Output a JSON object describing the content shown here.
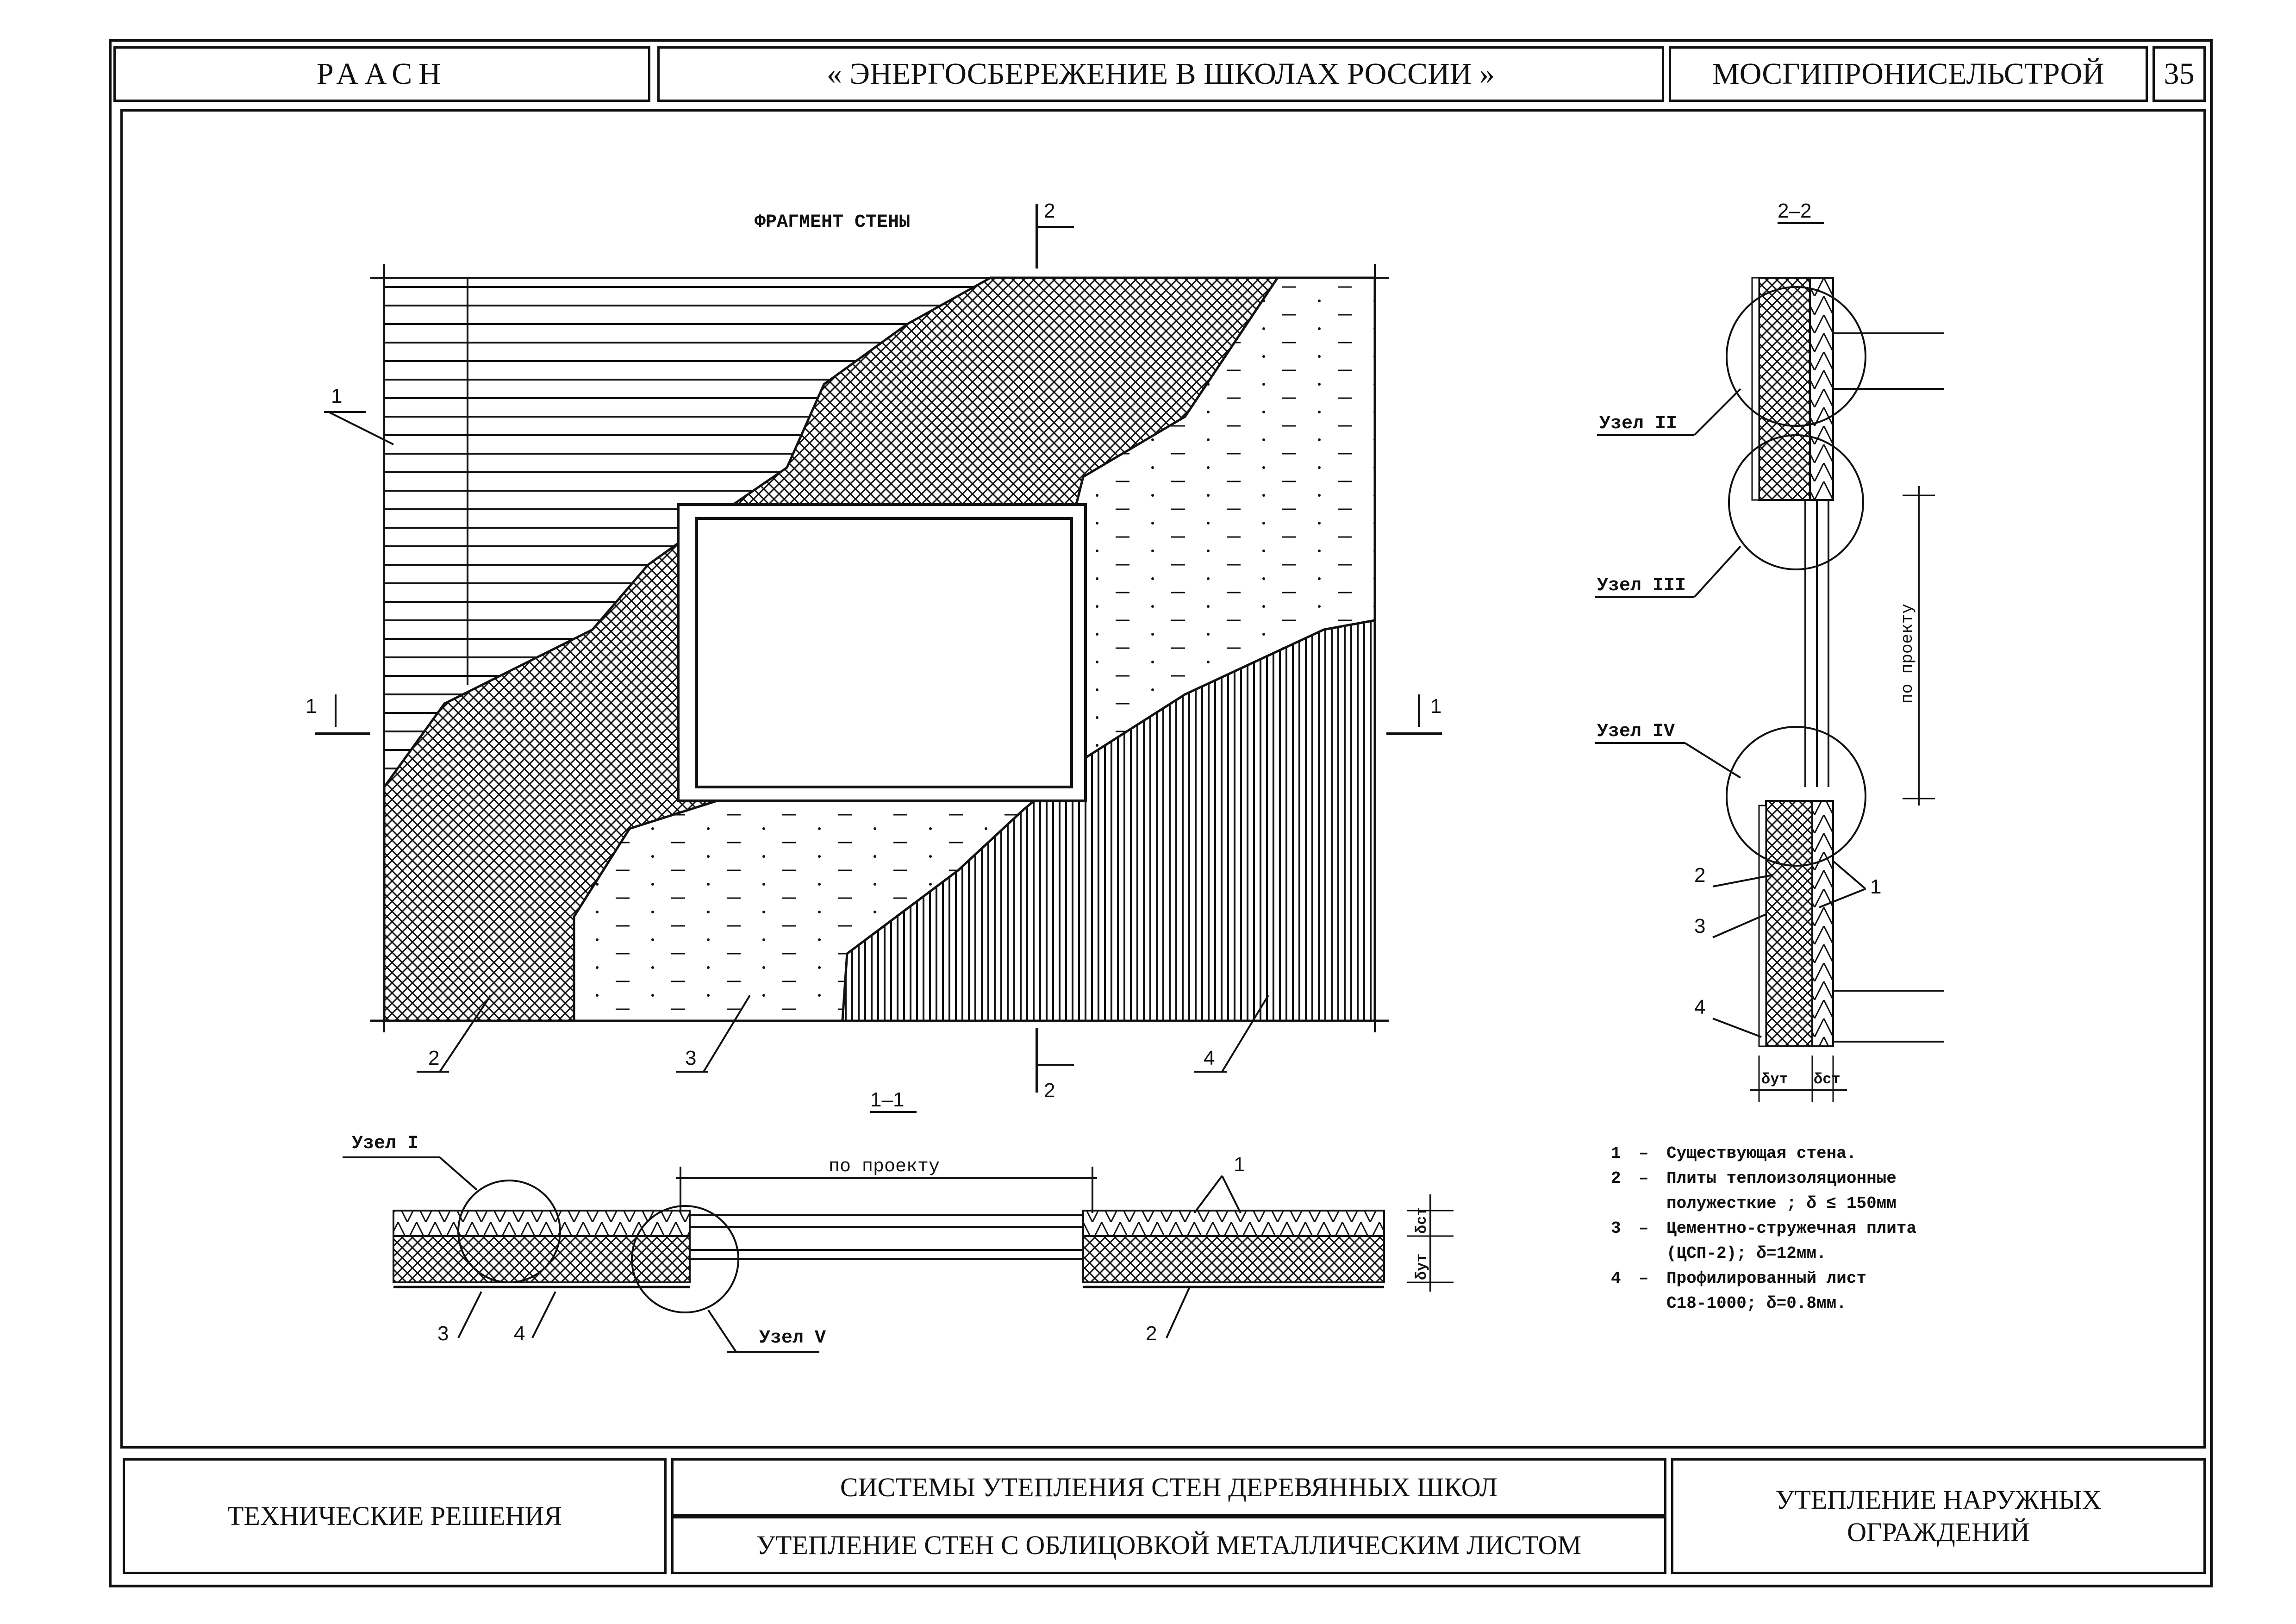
{
  "header": {
    "org": "РААСН",
    "program": "« ЭНЕРГОСБЕРЕЖЕНИЕ В ШКОЛАХ РОССИИ »",
    "author": "МОСГИПРОНИСЕЛЬСТРОЙ",
    "sheet": "35"
  },
  "drawing": {
    "fragment_title": "ФРАГМЕНТ СТЕНЫ",
    "section_11": "1–1",
    "section_22": "2–2",
    "cut_1": "1",
    "cut_2": "2",
    "by_project": "по проекту",
    "nodes": {
      "n1": "Узел I",
      "n2": "Узел II",
      "n3": "Узел III",
      "n4": "Узел IV",
      "n5": "Узел V"
    },
    "callouts": [
      "1",
      "2",
      "3",
      "4"
    ],
    "dims": {
      "d_ins": "δут",
      "d_wall": "δст"
    }
  },
  "legend": [
    {
      "num": "1",
      "text": "Существующая стена."
    },
    {
      "num": "2",
      "text": "Плиты теплоизоляционные"
    },
    {
      "num": "",
      "text": "полужесткие ; δ ≤ 150мм"
    },
    {
      "num": "3",
      "text": "Цементно-стружечная плита"
    },
    {
      "num": "",
      "text": "(ЦСП-2); δ=12мм."
    },
    {
      "num": "4",
      "text": "Профилированный лист"
    },
    {
      "num": "",
      "text": "С18-1000; δ=0.8мм."
    }
  ],
  "footer": {
    "left": "ТЕХНИЧЕСКИЕ РЕШЕНИЯ",
    "center_top": "СИСТЕМЫ УТЕПЛЕНИЯ СТЕН ДЕРЕВЯННЫХ ШКОЛ",
    "center_bottom": "УТЕПЛЕНИЕ СТЕН С ОБЛИЦОВКОЙ МЕТАЛЛИЧЕСКИМ ЛИСТОМ",
    "right": "УТЕПЛЕНИЕ НАРУЖНЫХ ОГРАЖДЕНИЙ"
  }
}
